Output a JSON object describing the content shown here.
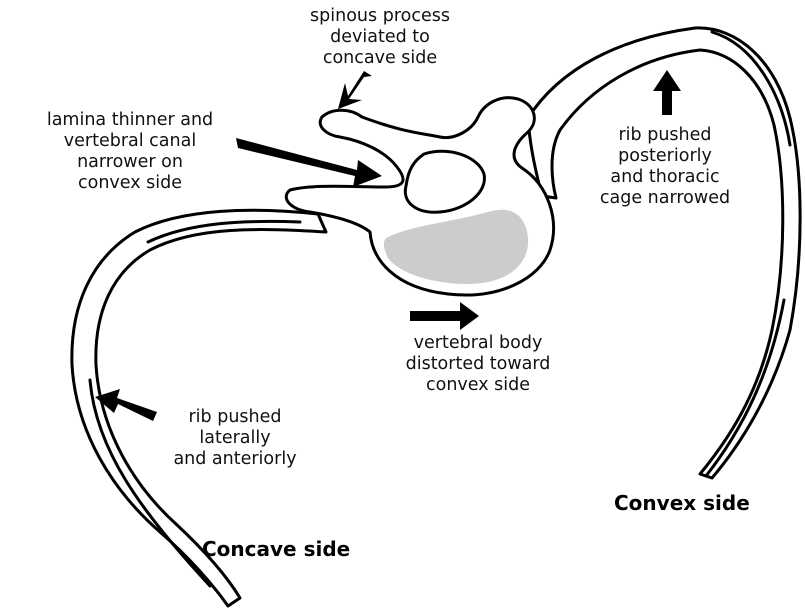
{
  "labels": {
    "spinous": [
      "spinous process",
      "deviated to",
      "concave side"
    ],
    "lamina": [
      "lamina thinner and",
      "vertebral canal",
      "narrower on",
      "convex side"
    ],
    "rib_posterior": [
      "rib pushed",
      "posteriorly",
      "and thoracic",
      "cage narrowed"
    ],
    "vertebral_body": [
      "vertebral body",
      "distorted toward",
      "convex side"
    ],
    "rib_lateral": [
      "rib pushed",
      "laterally",
      "and anteriorly"
    ]
  },
  "sides": {
    "convex": "Convex side",
    "concave": "Concave side"
  },
  "colors": {
    "outline": "#000000",
    "body_fill": "#cccccc",
    "background": "#ffffff"
  }
}
